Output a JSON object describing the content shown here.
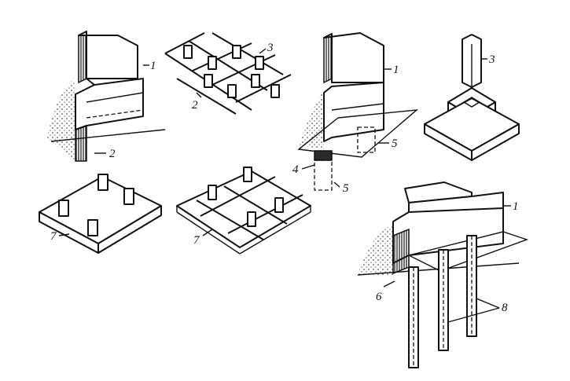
{
  "labels": {
    "strip_wall_1": "1",
    "strip_wall_2": "2",
    "grid_2": "2",
    "grid_3": "3",
    "wall_pillars_1": "1",
    "wall_pillars_4": "4",
    "wall_pillars_5a": "5",
    "wall_pillars_5b": "5",
    "column_3": "3",
    "slab_7": "7",
    "raft_7": "7",
    "pile_wall_1": "1",
    "pile_wall_6": "6",
    "pile_wall_8": "8"
  },
  "colors": {
    "ink": "#111111",
    "paper": "#ffffff",
    "hatch": "#2a2a2a"
  }
}
